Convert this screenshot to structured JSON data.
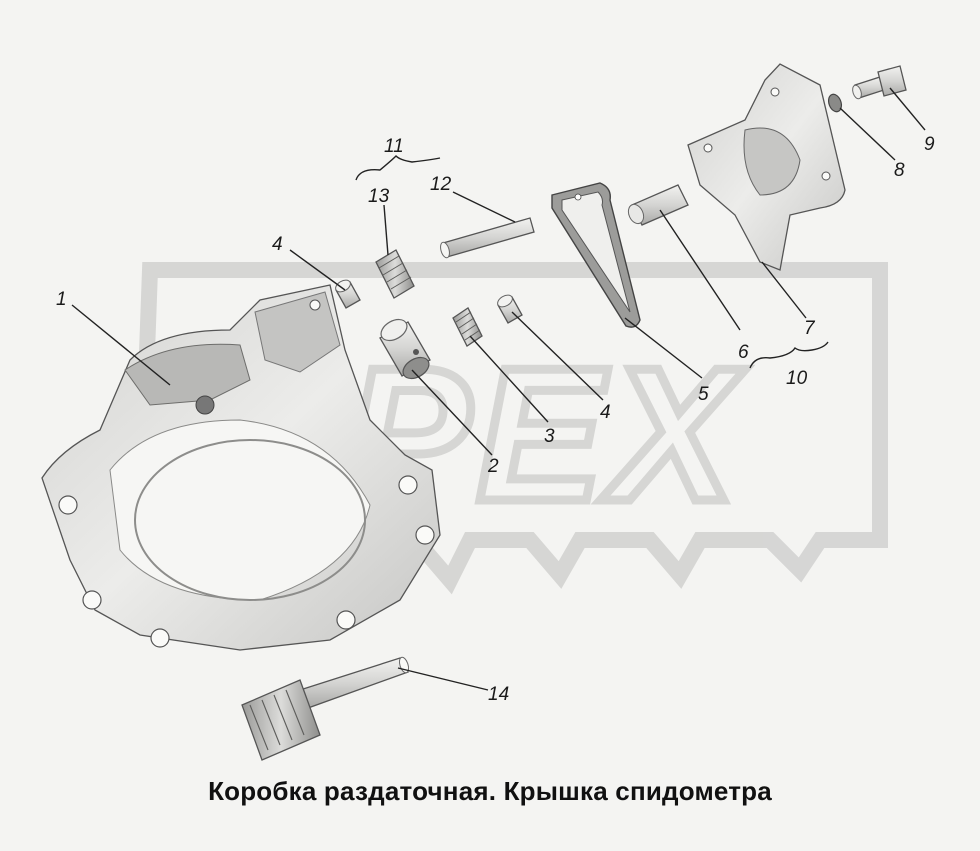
{
  "diagram": {
    "caption": "Коробка раздаточная. Крышка спидометра",
    "watermark_text": "OPEX",
    "callouts": {
      "c1": "1",
      "c2": "2",
      "c3": "3",
      "c4a": "4",
      "c4b": "4",
      "c5": "5",
      "c6": "6",
      "c7": "7",
      "c8": "8",
      "c9": "9",
      "c10": "10",
      "c11": "11",
      "c12": "12",
      "c13": "13",
      "c14": "14"
    }
  },
  "colors": {
    "background": "#f4f4f2",
    "part_fill": "#e2e2e0",
    "part_shade": "#a9a9a7",
    "watermark": "#d6d6d4"
  }
}
